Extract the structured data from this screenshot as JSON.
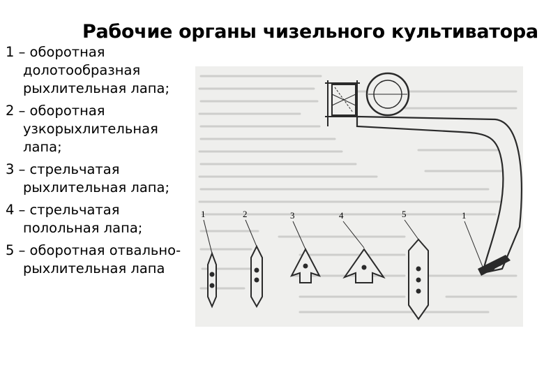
{
  "title": "Рабочие органы чизельного культиватора",
  "legend": [
    {
      "lines": [
        "1 – оборотная",
        "долотообразная",
        "рыхлительная лапа;"
      ]
    },
    {
      "lines": [
        "2 – оборотная",
        "узкорыхлительная",
        "лапа;"
      ]
    },
    {
      "lines": [
        "3 – стрельчатая",
        "рыхлительная лапа;"
      ]
    },
    {
      "lines": [
        "4 – стрельчатая",
        "полольная лапа;"
      ]
    },
    {
      "lines": [
        "5 – оборотная отвально-",
        "рыхлительная лапа"
      ]
    }
  ],
  "figure": {
    "labels": [
      "1",
      "2",
      "3",
      "4",
      "5",
      "1"
    ],
    "colors": {
      "paper": "#efefed",
      "ink": "#2a2a2a",
      "faint_text": "#b9b9b6"
    }
  }
}
